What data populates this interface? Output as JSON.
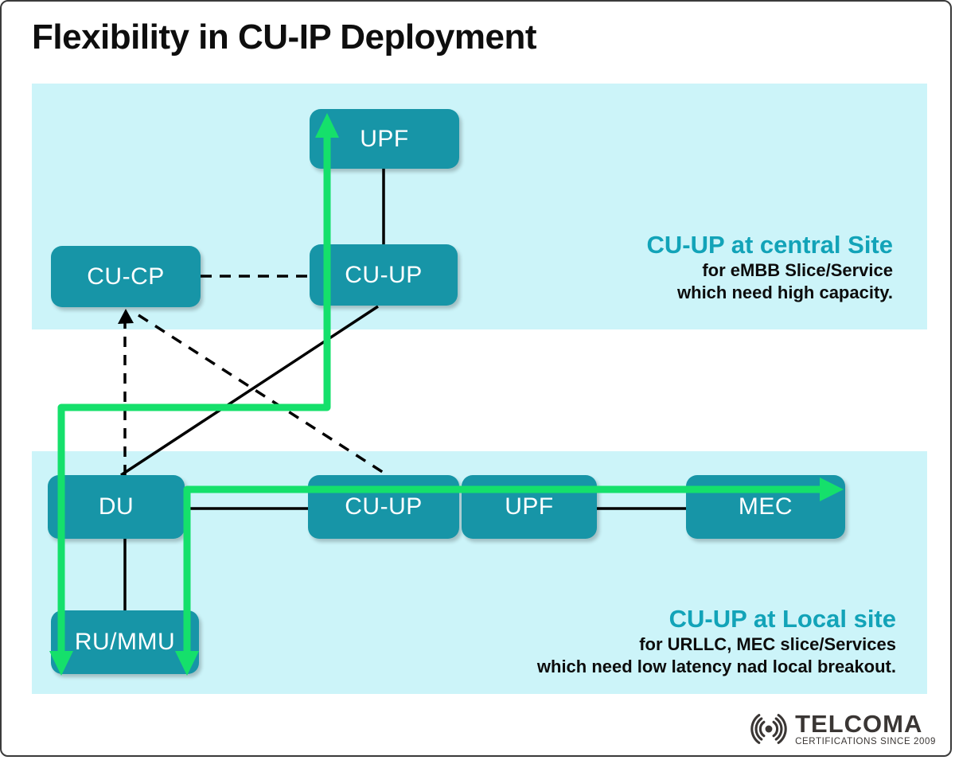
{
  "title": "Flexibility in CU-IP Deployment",
  "nodes": {
    "upf_central": "UPF",
    "cu_cp": "CU-CP",
    "cu_up_central": "CU-UP",
    "du": "DU",
    "cu_up_local": "CU-UP",
    "upf_local": "UPF",
    "mec": "MEC",
    "ru_mmu": "RU/MMU"
  },
  "notes": {
    "central": {
      "heading": "CU-UP at central Site",
      "line1": "for eMBB Slice/Service",
      "line2": "which need high capacity."
    },
    "local": {
      "heading": "CU-UP at Local site",
      "line1": "for URLLC, MEC slice/Services",
      "line2": "which need low latency  nad local breakout."
    }
  },
  "connections": [
    {
      "from": "UPF (central)",
      "to": "CU-UP (central)",
      "style": "solid"
    },
    {
      "from": "CU-CP",
      "to": "CU-UP (central)",
      "style": "dashed"
    },
    {
      "from": "DU",
      "to": "CU-CP",
      "style": "dashed-arrow"
    },
    {
      "from": "CU-CP",
      "to": "CU-UP (local)",
      "style": "dashed"
    },
    {
      "from": "CU-UP (central)",
      "to": "DU",
      "style": "solid"
    },
    {
      "from": "DU",
      "to": "CU-UP (local)",
      "style": "solid"
    },
    {
      "from": "UPF (local)",
      "to": "MEC",
      "style": "solid"
    },
    {
      "from": "DU",
      "to": "RU/MMU",
      "style": "solid"
    }
  ],
  "flows": [
    {
      "path": "RU/MMU - CU-UP (central) - UPF (central)",
      "color": "green"
    },
    {
      "path": "RU/MMU - DU - CU-UP (local) - UPF (local) - MEC",
      "color": "green"
    }
  ],
  "logo": {
    "name": "TELCOMA",
    "tagline": "CERTIFICATIONS SINCE 2009"
  },
  "colors": {
    "panel": "#ccf4f9",
    "node": "#1795a7",
    "heading_teal": "#12a3b8",
    "flow_green": "#15e06b",
    "line_black": "#000000",
    "logo_gray": "#3a3634"
  }
}
